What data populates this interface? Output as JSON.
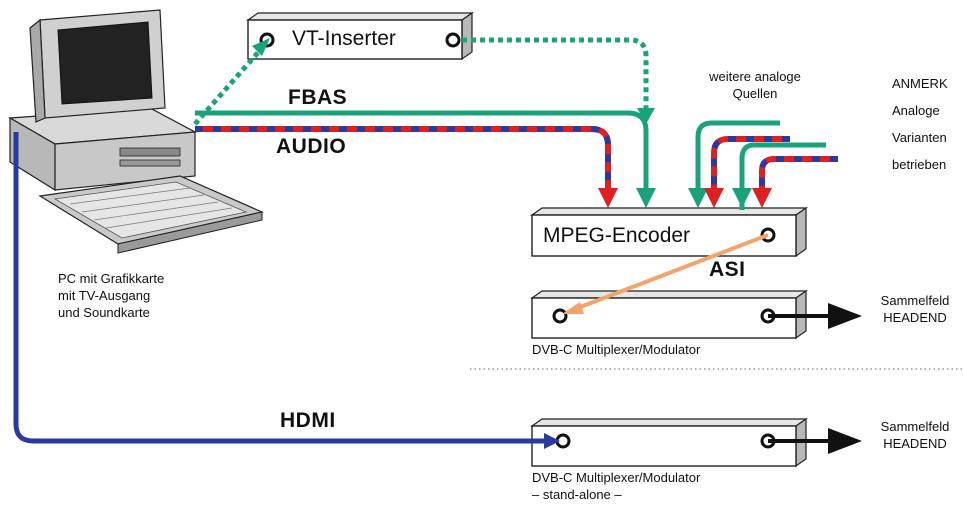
{
  "devices": {
    "vt_inserter": "VT-Inserter",
    "mpeg_encoder": "MPEG-Encoder",
    "mux1_label": "DVB-C Multiplexer/Modulator",
    "mux2_label_line1": "DVB-C Multiplexer/Modulator",
    "mux2_label_line2": "– stand-alone –"
  },
  "pc": {
    "caption_line1": "PC mit Grafikkarte",
    "caption_line2": "mit TV-Ausgang",
    "caption_line3": "und Soundkarte"
  },
  "signals": {
    "fbas": "FBAS",
    "audio": "AUDIO",
    "asi": "ASI",
    "hdmi": "HDMI"
  },
  "sources": {
    "line1": "weitere analoge",
    "line2": "Quellen"
  },
  "outputs": {
    "out1_line1": "Sammelfeld",
    "out1_line2": "HEADEND",
    "out2_line1": "Sammelfeld",
    "out2_line2": "HEADEND"
  },
  "note": {
    "line1": "ANMERK",
    "line2": "Analoge",
    "line3": "Varianten",
    "line4": "betrieben"
  },
  "colors": {
    "video": "#1aa37a",
    "audio_red": "#e02020",
    "audio_blue": "#2a3aa0",
    "hdmi": "#2a3aa0",
    "asi": "#f2a46a",
    "output": "#111111",
    "vt_link": "#1aa37a"
  }
}
